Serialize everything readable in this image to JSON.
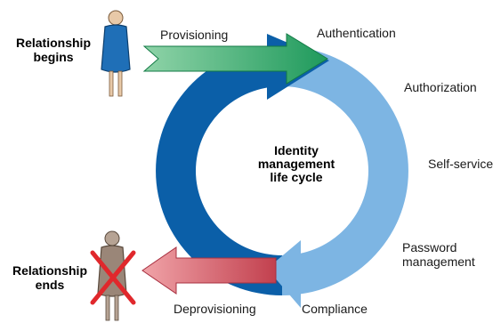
{
  "center": {
    "line1": "Identity",
    "line2": "management",
    "line3": "life cycle"
  },
  "start": {
    "line1": "Relationship",
    "line2": "begins"
  },
  "end": {
    "line1": "Relationship",
    "line2": "ends"
  },
  "stages": {
    "provisioning": "Provisioning",
    "authentication": "Authentication",
    "authorization": "Authorization",
    "self_service": "Self-service",
    "password_line1": "Password",
    "password_line2": "management",
    "compliance": "Compliance",
    "deprovisioning": "Deprovisioning"
  },
  "colors": {
    "cycle_dark": "#0b5fa8",
    "cycle_light": "#7db5e3",
    "provision_arrow": "#2fa86a",
    "deprovision_arrow": "#d9656e",
    "person_begin": "#1f6fb7",
    "person_end": "#9a8678",
    "cross": "#e0282c"
  }
}
